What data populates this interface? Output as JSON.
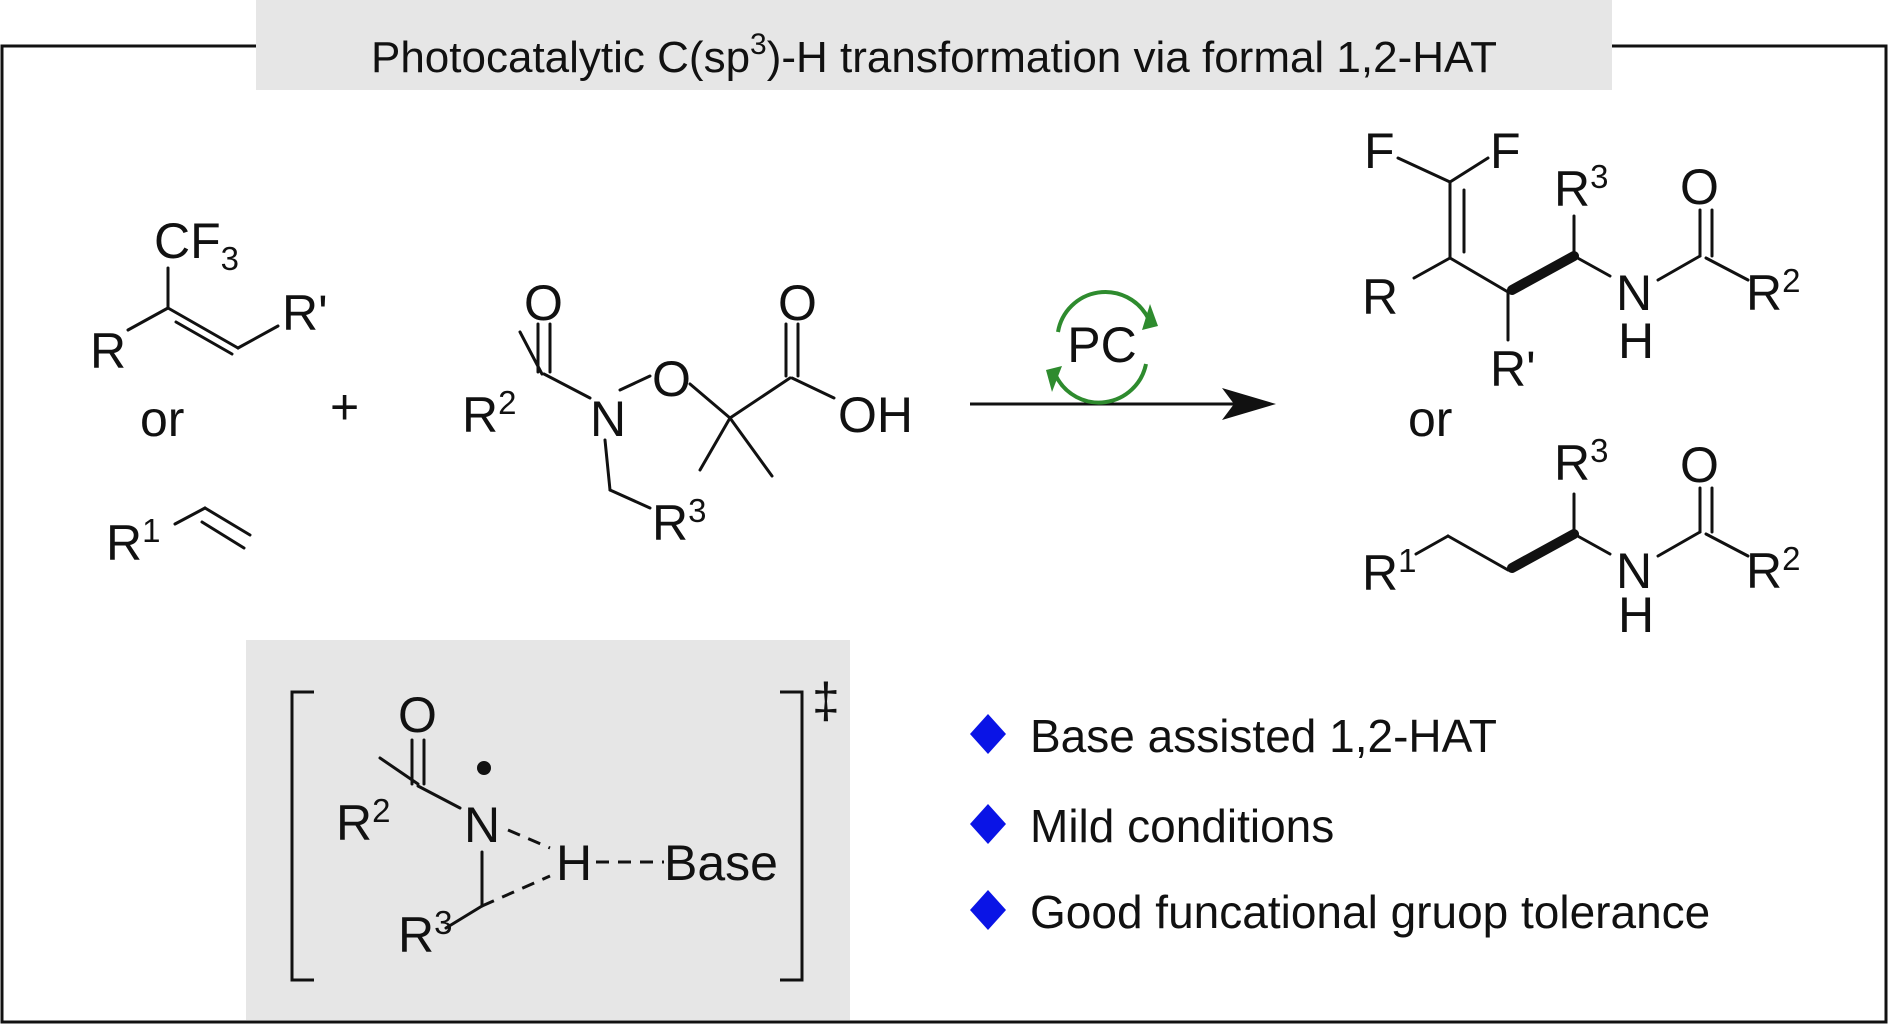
{
  "title": {
    "pre": "Photocatalytic C(sp",
    "sup": "3",
    "post": ")-H transformation via formal 1,2-HAT"
  },
  "or_label": "or",
  "plus": "+",
  "catalyst_label": "PC",
  "atoms": {
    "O": "O",
    "N": "N",
    "OH": "OH",
    "H": "H",
    "F": "F",
    "CF": "CF",
    "R": "R",
    "R_prime": "R'"
  },
  "sub_numbers": {
    "three": "3",
    "one": "1",
    "two": "2"
  },
  "ts_base": "Base",
  "ts_dagger": "‡",
  "bullets": [
    "Base assisted 1,2-HAT",
    "Mild conditions",
    "Good funcational gruop tolerance"
  ],
  "colors": {
    "catalyst_cycle": "#2e8b2e",
    "bullet_marker": "#0a14e6",
    "title_band": "#e6e6e6",
    "ts_box": "#e6e6e6"
  },
  "icons": {
    "catalyst": "cycle-arrows-icon",
    "bullet": "diamond-icon"
  }
}
